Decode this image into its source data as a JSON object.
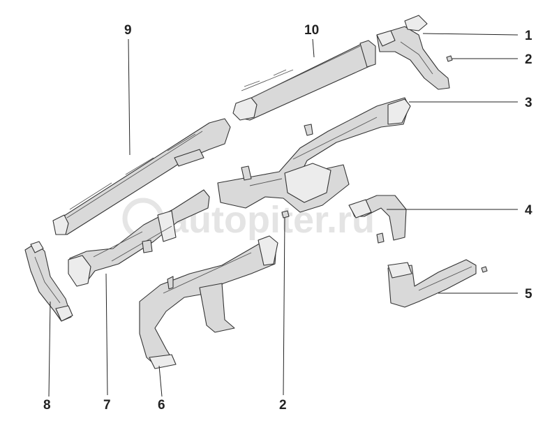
{
  "watermark": "autopiter.ru",
  "callouts": {
    "c1": "1",
    "c2a": "2",
    "c2b": "2",
    "c3": "3",
    "c4": "4",
    "c5": "5",
    "c6": "6",
    "c7": "7",
    "c8": "8",
    "c9": "9",
    "c10": "10"
  },
  "colors": {
    "part_fill": "#d9d9d9",
    "outline": "#333333",
    "label": "#222222"
  }
}
